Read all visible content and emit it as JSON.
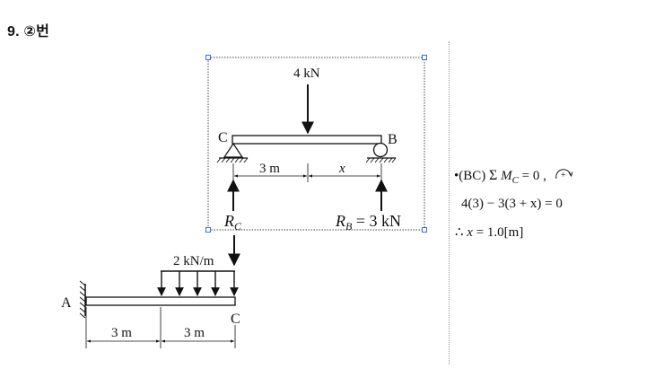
{
  "problem": {
    "title": "9. ②번"
  },
  "upper_beam": {
    "load_label": "4 kN",
    "left_support": "C",
    "right_support": "B",
    "dim_left": "3 m",
    "dim_right": "x",
    "reaction_left": "R",
    "reaction_left_sub": "C",
    "reaction_right": "R",
    "reaction_right_sub": "B",
    "reaction_right_value": " = 3 kN"
  },
  "lower_beam": {
    "udl_label": "2 kN/m",
    "fixed_end": "A",
    "free_end": "C",
    "dim_left": "3 m",
    "dim_right": "3 m"
  },
  "solution": {
    "line1_prefix": "•(BC)",
    "line1_sigma": "Σ",
    "line1_moment": "M",
    "line1_moment_sub": "C",
    "line1_rest": " = 0 ,",
    "line1_sign": "+",
    "line2": "4(3) − 3(3 + x) = 0",
    "line3_therefore": "∴",
    "line3_var": "x",
    "line3_rest": " = 1.0[m]"
  }
}
